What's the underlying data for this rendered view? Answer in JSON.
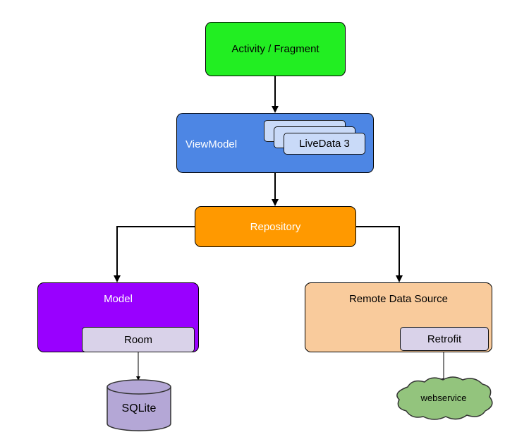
{
  "nodes": {
    "activity_fragment": {
      "label": "Activity / Fragment",
      "color": "#22ee22"
    },
    "viewmodel": {
      "label": "ViewModel",
      "color": "#4d86e4",
      "text_color": "#ffffff"
    },
    "livedata": {
      "label": "LiveData 3",
      "color": "#c9daf8"
    },
    "repository": {
      "label": "Repository",
      "color": "#ff9900",
      "text_color": "#ffffff"
    },
    "model": {
      "label": "Model",
      "color": "#9900ff",
      "text_color": "#ffffff"
    },
    "room": {
      "label": "Room",
      "color": "#d9d2e9"
    },
    "remote_data_source": {
      "label": "Remote Data Source",
      "color": "#f9cb9c"
    },
    "retrofit": {
      "label": "Retrofit",
      "color": "#d9d2e9"
    },
    "sqlite": {
      "label": "SQLite",
      "color": "#b4a7d6"
    },
    "webservice": {
      "label": "webservice",
      "color": "#93c47d"
    }
  },
  "edges": [
    {
      "from": "activity_fragment",
      "to": "viewmodel"
    },
    {
      "from": "viewmodel",
      "to": "repository"
    },
    {
      "from": "repository",
      "to": "model"
    },
    {
      "from": "repository",
      "to": "remote_data_source"
    },
    {
      "from": "room",
      "to": "sqlite"
    },
    {
      "from": "retrofit",
      "to": "webservice"
    }
  ]
}
